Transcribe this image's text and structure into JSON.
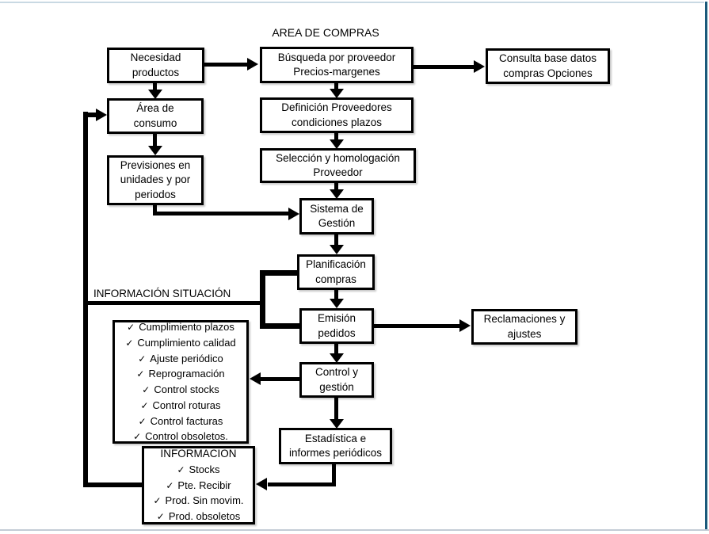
{
  "page": {
    "title": "AREA DE COMPRAS",
    "situacion_label": "INFORMACIÓN SITUACIÓN"
  },
  "icons": {
    "check": "✓"
  },
  "colors": {
    "line": "#000000",
    "box_border": "#000000",
    "frame_top": "#c9d9e3",
    "frame_bottom": "#c3ccd6",
    "frame_right": "#1b5a7b"
  },
  "boxes": {
    "necesidad": {
      "label": "Necesidad\nproductos"
    },
    "busqueda": {
      "label": "Búsqueda por proveedor\nPrecios-margenes"
    },
    "consulta": {
      "label": "Consulta base datos\ncompras Opciones"
    },
    "area_consumo": {
      "label": "Área de\nconsumo"
    },
    "definicion": {
      "label": "Definición Proveedores\ncondiciones plazos"
    },
    "previsiones": {
      "label": "Previsiones en\nunidades y por\nperiodos"
    },
    "seleccion": {
      "label": "Selección y homologación\nProveedor"
    },
    "sistema": {
      "label": "Sistema de\nGestión"
    },
    "planificacion": {
      "label": "Planificación\ncompras"
    },
    "emision": {
      "label": "Emisión\npedidos"
    },
    "reclamaciones": {
      "label": "Reclamaciones y\najustes"
    },
    "control": {
      "label": "Control y\ngestión"
    },
    "estadistica": {
      "label": "Estadística e\ninformes periódicos"
    }
  },
  "situacion_checklist": {
    "items": [
      "Cumplimiento plazos",
      "Cumplimiento calidad",
      "Ajuste periódico",
      "Reprogramación",
      "Control stocks",
      "Control roturas",
      "Control facturas",
      "Control obsoletos."
    ]
  },
  "informacion_checklist": {
    "title": "INFORMACION",
    "items": [
      "Stocks",
      "Pte. Recibir",
      "Prod. Sin movim.",
      "Prod. obsoletos"
    ]
  }
}
